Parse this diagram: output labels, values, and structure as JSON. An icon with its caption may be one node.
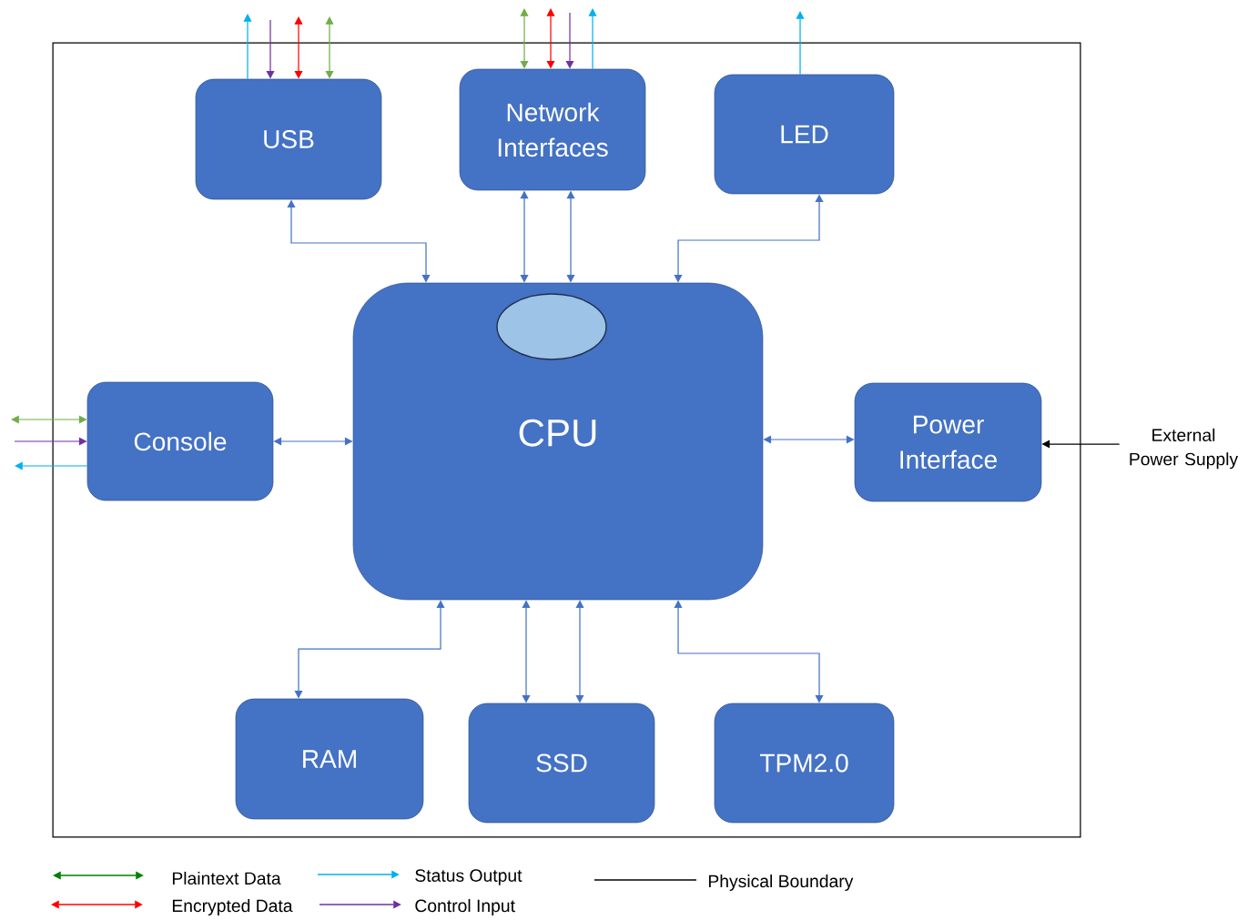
{
  "diagram": {
    "nodes": [
      {
        "text": [],
        "shape": "box"
      },
      {
        "text": [
          "USB"
        ],
        "in": 0
      },
      {
        "text": [
          "Network Interfaces"
        ],
        "in": 0
      },
      {
        "text": [
          "LED"
        ],
        "in": 0
      },
      {
        "text": [
          "CPU"
        ],
        "in": 0
      },
      {
        "text": [],
        "shape": "ellipse",
        "in": 4
      },
      {
        "text": [
          "Console"
        ],
        "in": 0
      },
      {
        "text": [
          "Power Interface"
        ],
        "in": 0
      },
      {
        "text": [
          "RAM"
        ],
        "in": 0
      },
      {
        "text": [
          "SSD"
        ],
        "in": 0
      },
      {
        "text": [
          "TPM2.0"
        ],
        "in": 0
      },
      {
        "text": [
          "External Power Supply"
        ]
      }
    ],
    "edges": [
      {
        "from": 1,
        "to": 4,
        "arrow": "both"
      },
      {
        "from": 2,
        "to": 4,
        "arrow": "both"
      },
      {
        "from": 2,
        "to": 4,
        "arrow": "both"
      },
      {
        "from": 3,
        "to": 4,
        "arrow": "both"
      },
      {
        "from": 6,
        "to": 4,
        "arrow": "both"
      },
      {
        "from": 4,
        "to": 7,
        "arrow": "both"
      },
      {
        "from": 4,
        "to": 8,
        "arrow": "both"
      },
      {
        "from": 4,
        "to": 9,
        "arrow": "both"
      },
      {
        "from": 4,
        "to": 9,
        "arrow": "both"
      },
      {
        "from": 4,
        "to": 10,
        "arrow": "both"
      },
      {
        "from": 1,
        "to": null,
        "arrow": "to",
        "color": "#00b0f0"
      },
      {
        "from": null,
        "to": 1,
        "arrow": "to",
        "color": "#7030a0"
      },
      {
        "from": null,
        "to": 1,
        "arrow": "both",
        "color": "#ff0000"
      },
      {
        "from": null,
        "to": 1,
        "arrow": "both",
        "color": "#70ad47"
      },
      {
        "from": null,
        "to": 2,
        "arrow": "both",
        "color": "#70ad47"
      },
      {
        "from": null,
        "to": 2,
        "arrow": "both",
        "color": "#ff0000"
      },
      {
        "from": null,
        "to": 2,
        "arrow": "to",
        "color": "#7030a0"
      },
      {
        "from": 2,
        "to": null,
        "arrow": "to",
        "color": "#00b0f0"
      },
      {
        "from": 3,
        "to": null,
        "arrow": "to",
        "color": "#00b0f0"
      },
      {
        "from": null,
        "to": 6,
        "arrow": "both",
        "color": "#70ad47"
      },
      {
        "from": null,
        "to": 6,
        "arrow": "to",
        "color": "#7030a0"
      },
      {
        "from": 6,
        "to": null,
        "arrow": "to",
        "color": "#00b0f0"
      },
      {
        "from": 11,
        "to": 7,
        "arrow": "to",
        "color": "#000000"
      }
    ],
    "legend": [
      {
        "text": "Plaintext Data"
      },
      {
        "text": "Status Output"
      },
      {
        "text": "Physical Boundary"
      },
      {
        "text": "Encrypted Data"
      },
      {
        "text": "Control Input"
      }
    ]
  }
}
